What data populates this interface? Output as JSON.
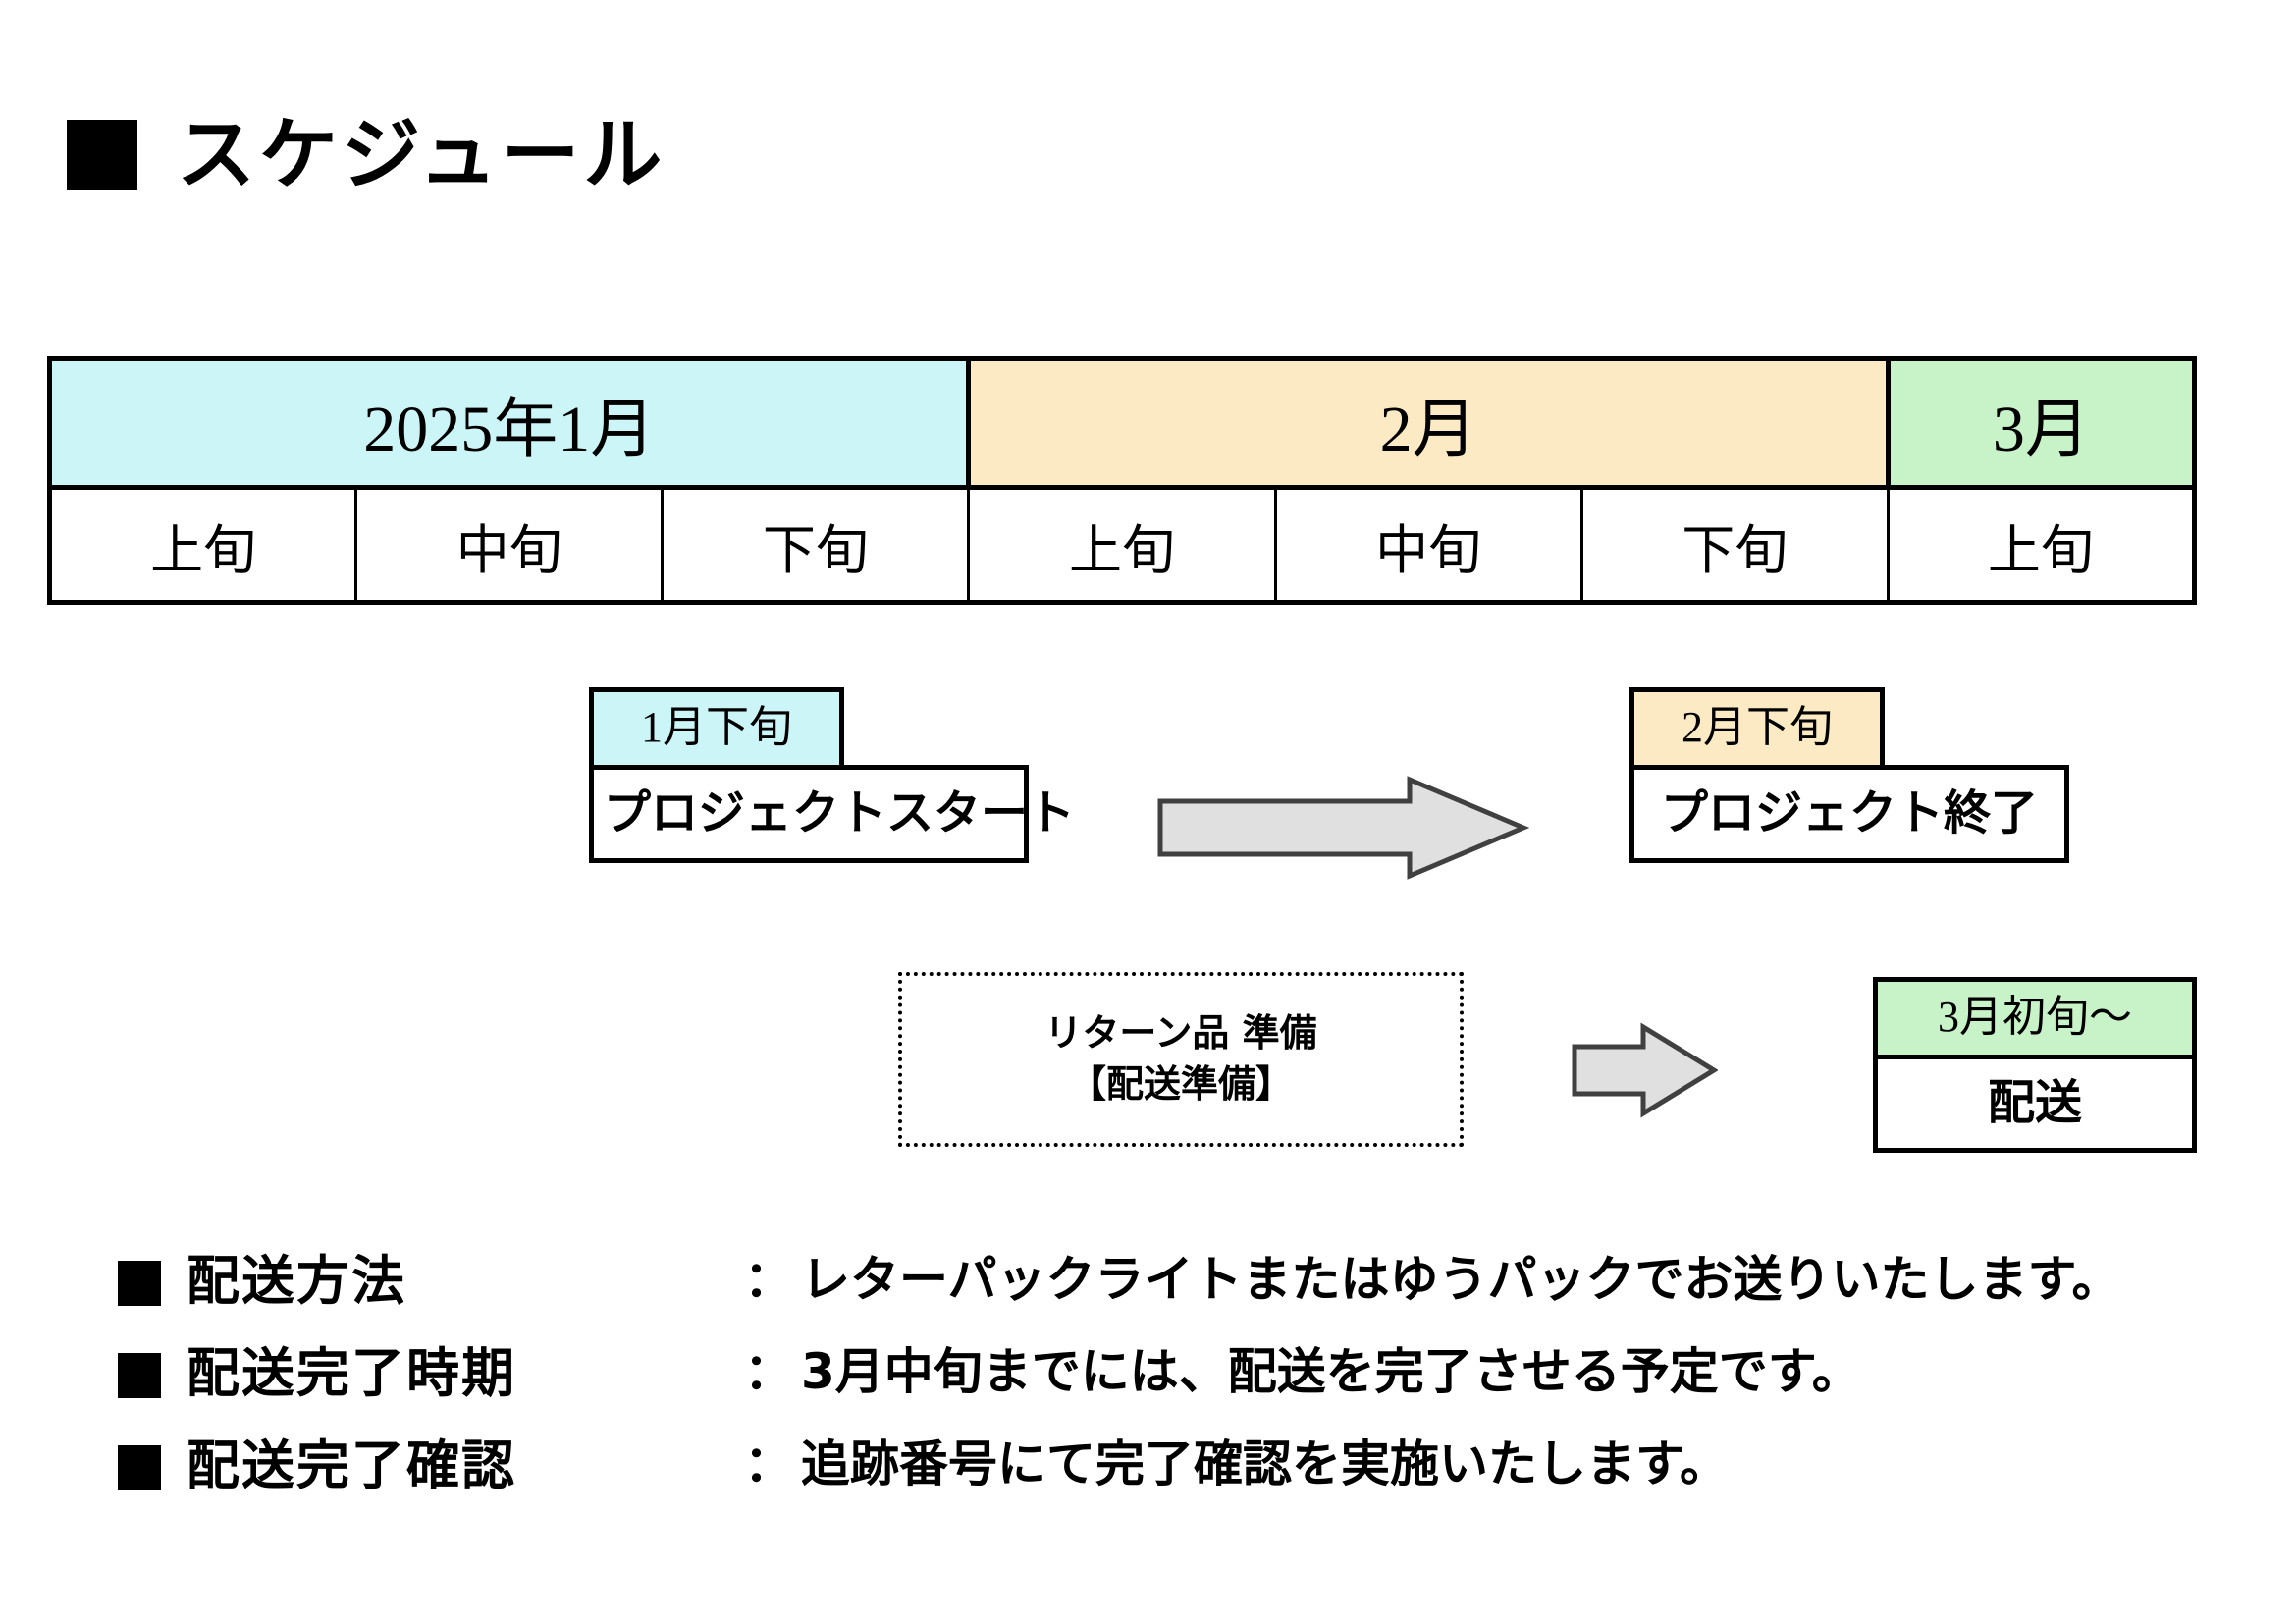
{
  "title": {
    "bullet": "black-square-bullet",
    "text": "スケジュール"
  },
  "timeline": {
    "months": [
      {
        "label": "2025年1月",
        "color": "#ccf5f7",
        "span": 3
      },
      {
        "label": "2月",
        "color": "#fbeac3",
        "span": 3
      },
      {
        "label": "3月",
        "color": "#c8f2c8",
        "span": 1
      }
    ],
    "decades": [
      {
        "label": "上旬"
      },
      {
        "label": "中旬"
      },
      {
        "label": "下旬"
      },
      {
        "label": "上旬"
      },
      {
        "label": "中旬"
      },
      {
        "label": "下旬"
      },
      {
        "label": "上旬"
      }
    ]
  },
  "diagram": {
    "milestones": [
      {
        "id": "start",
        "tag": "1月下旬",
        "tag_color": "#ccf5f7",
        "body": "プロジェクトスタート"
      },
      {
        "id": "end",
        "tag": "2月下旬",
        "tag_color": "#fbeac3",
        "body": "プロジェクト終了"
      },
      {
        "id": "delivery",
        "tag": "3月初旬～",
        "tag_color": "#c8f2c8",
        "body": "配送"
      }
    ],
    "prep_box": {
      "line1": "リターン品 準備",
      "line2": "【配送準備】"
    },
    "arrows": [
      {
        "id": "arrow-start-to-end",
        "direction": "right",
        "size": "large",
        "fill": "#e0e0e0",
        "stroke": "#404040"
      },
      {
        "id": "arrow-prep-to-delivery",
        "direction": "right",
        "size": "small",
        "fill": "#e0e0e0",
        "stroke": "#404040"
      }
    ]
  },
  "notes": [
    {
      "bullet": "black-square-bullet",
      "label": "配送方法",
      "colon": "：",
      "value": "レターパックライトまたはゆうパックでお送りいたします。"
    },
    {
      "bullet": "black-square-bullet",
      "label": "配送完了時期",
      "colon": "：",
      "value": "3月中旬までには、配送を完了させる予定です。"
    },
    {
      "bullet": "black-square-bullet",
      "label": "配送完了確認",
      "colon": "：",
      "value": "追跡番号にて完了確認を実施いたします。"
    }
  ]
}
